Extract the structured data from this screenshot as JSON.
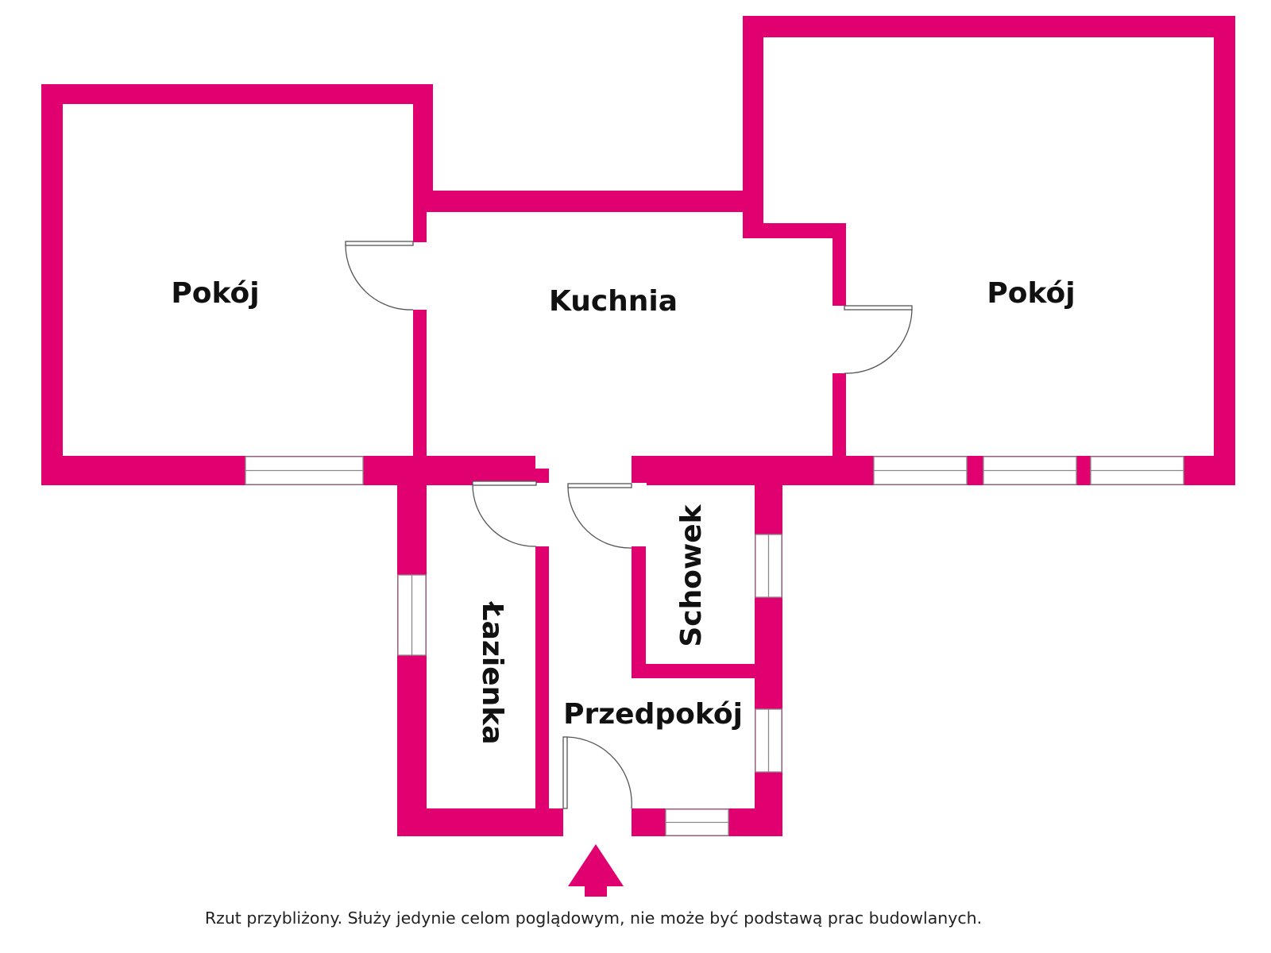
{
  "rooms": {
    "pokoj_left": "Pokój",
    "kuchnia": "Kuchnia",
    "pokoj_right": "Pokój",
    "schowek": "Schowek",
    "lazienka": "Łazienka",
    "przedpokoj": "Przedpokój"
  },
  "disclaimer": "Rzut przybliżony. Służy jedynie celom poglądowym, nie może być podstawą prac budowlanych.",
  "colors": {
    "wall": "#e0006f",
    "entrance_arrow": "#e0006f"
  },
  "icons": {
    "entrance": "up-arrow-icon"
  }
}
